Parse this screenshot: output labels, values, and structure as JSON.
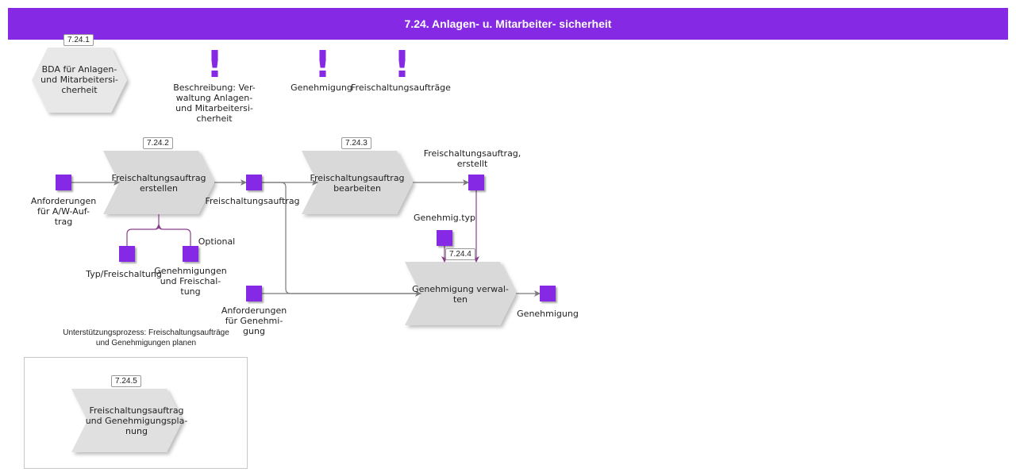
{
  "title": "7.24. Anlagen- u. Mitarbeiter- sicherheit",
  "bda": {
    "id": "7.24.1",
    "label": "BDA für Anlagen-\nund Mitarbeitersi-\ncherheit"
  },
  "documents": [
    {
      "label": "Beschreibung: Ver-\nwaltung Anlagen-\nund Mitarbeitersi-\ncherheit"
    },
    {
      "label": "Genehmigung"
    },
    {
      "label": "Freischaltungsaufträge"
    }
  ],
  "processes": [
    {
      "id": "7.24.2",
      "label": "Freischaltungsauftrag\nerstellen"
    },
    {
      "id": "7.24.3",
      "label": "Freischaltungsauftrag\nbearbeiten"
    },
    {
      "id": "7.24.4",
      "label": "Genehmigung verwal-\nten"
    },
    {
      "id": "7.24.5",
      "label": "Freischaltungsauftrag\nund Genehmigungspla-\nnung"
    }
  ],
  "objects": [
    {
      "label": "Anforderungen\nfür A/W-Auf-\ntrag"
    },
    {
      "label": "Freischaltungsauftrag"
    },
    {
      "label": "Freischaltungsauftrag,\nerstellt"
    },
    {
      "label": "Genehmig.typ"
    },
    {
      "label": "Typ/Freischaltung"
    },
    {
      "label": "Genehmigungen\nund Freischal-\ntung"
    },
    {
      "label": "Anforderungen\nfür Genehmi-\ngung"
    },
    {
      "label": "Genehmigung"
    }
  ],
  "optional_label": "Optional",
  "support_title": "Unterstützungsprozess: Freischaltungsaufträge\nund Genehmigungen planen",
  "colors": {
    "accent": "#8529e4",
    "process_fill": "#d9d9d9",
    "connector": "#7a7a7a",
    "optional_connector": "#8a3f8a"
  }
}
